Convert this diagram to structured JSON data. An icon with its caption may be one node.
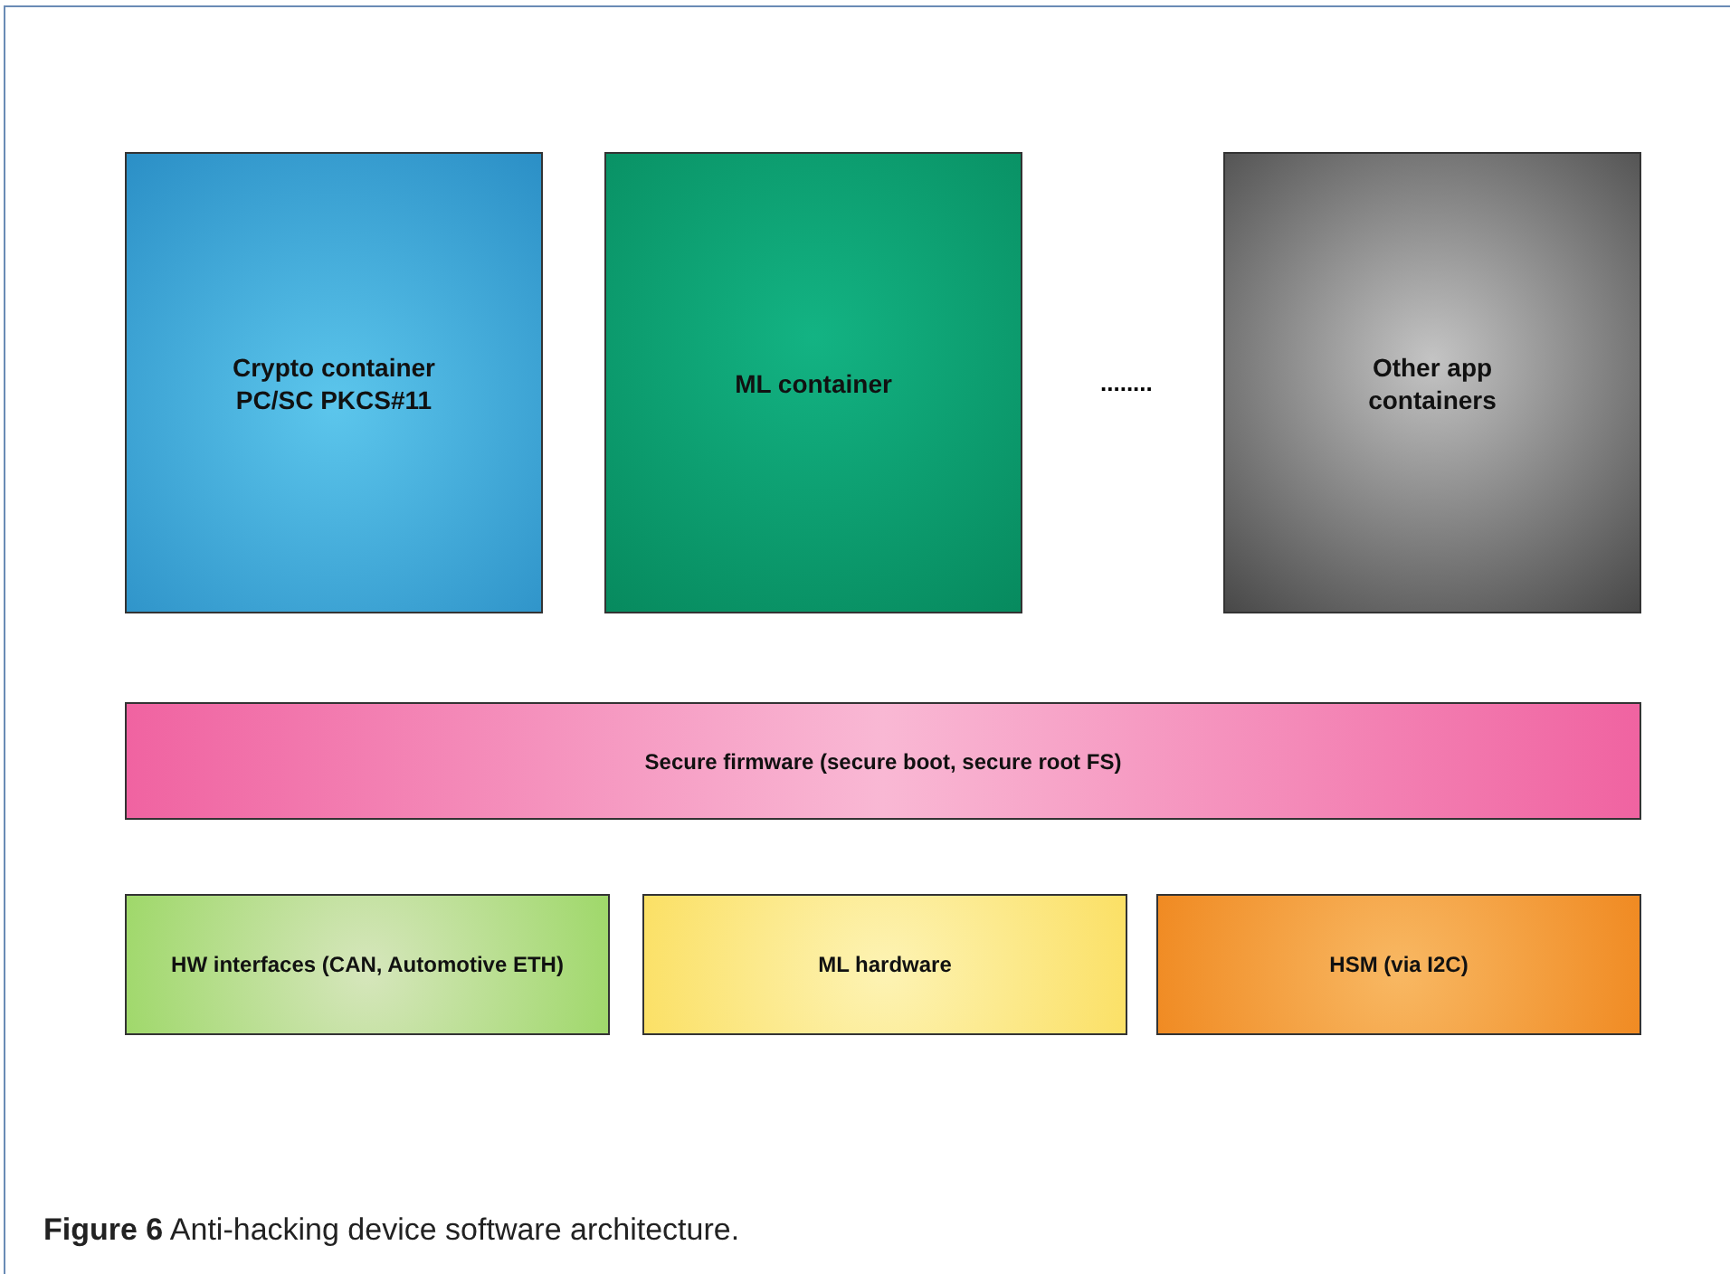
{
  "diagram": {
    "caption": "**Figure 6** Anti-hacking device software architecture.",
    "nodes": [
      {
        "text": [
          "Crypto container PC/SC PKCS#11"
        ]
      },
      {
        "text": [
          "ML container"
        ]
      },
      {
        "text": [
          "Other app containers"
        ]
      },
      {
        "text": [
          "Secure firmware (secure boot, secure root FS)"
        ]
      },
      {
        "text": [
          "HW interfaces (CAN, Automotive ETH)"
        ]
      },
      {
        "text": [
          "ML hardware"
        ]
      },
      {
        "text": [
          "HSM (via I2C)"
        ]
      }
    ],
    "labels": [
      "........"
    ]
  }
}
